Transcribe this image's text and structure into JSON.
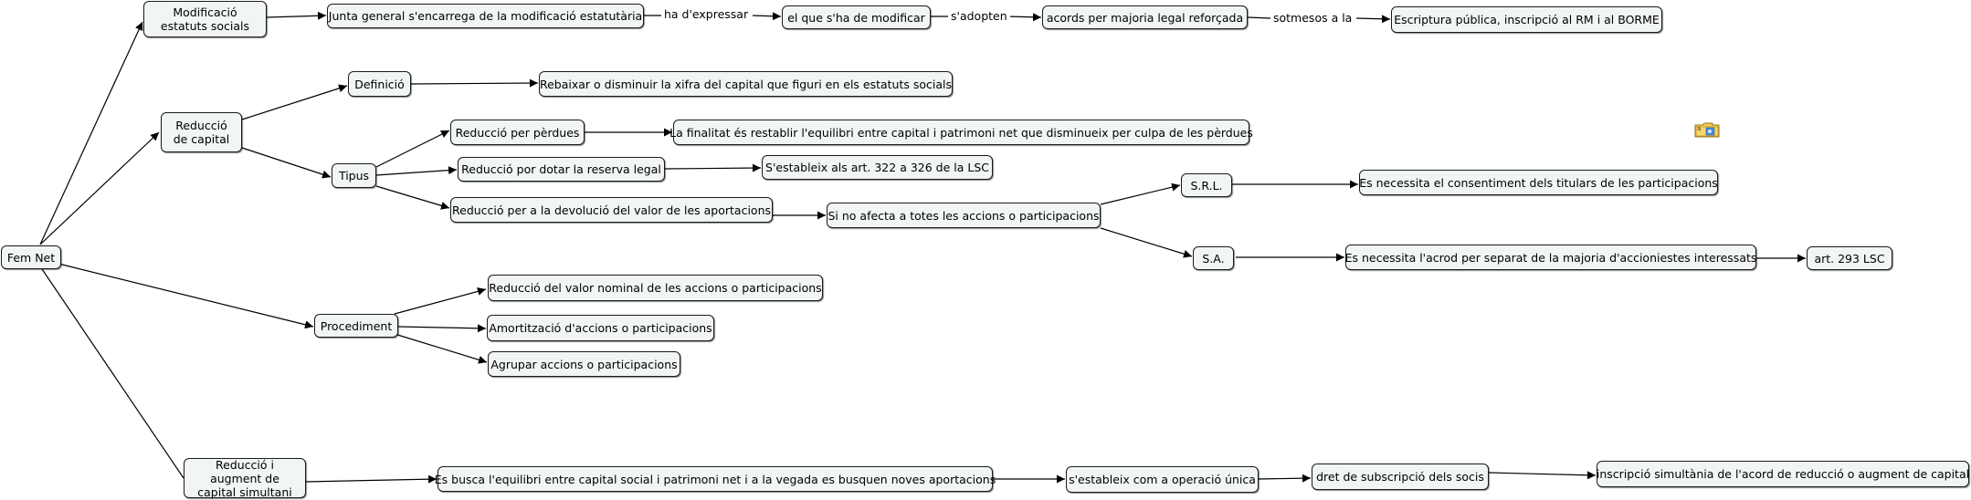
{
  "map": {
    "root": "Fem Net",
    "nodes": {
      "modif": "Modificació estatuts socials",
      "junta": "Junta general s'encarrega de la modificació estatutària",
      "quees": "el que s'ha de modificar",
      "acords": "acords per majoria legal reforçada",
      "escriptura": "Escriptura pública, inscripció al RM i al BORME",
      "reduccio": "Reducció de capital",
      "definicio": "Definició",
      "def_text": "Rebaixar o disminuir la xifra del capital que figuri en els estatuts socials",
      "tipus": "Tipus",
      "perdues": "Reducció per pèrdues",
      "perdues_text": "La finalitat és restablir l'equilibri entre capital i patrimoni net que disminueix per culpa de les pèrdues",
      "reserva": "Reducció por dotar la reserva legal",
      "reserva_text": "S'estableix als art. 322 a 326 de la LSC",
      "devolucio": "Reducció per a la devolució del valor de les aportacions",
      "noafecta": "Si no afecta a totes les accions o participacions",
      "srl": "S.R.L.",
      "srl_text": "Es necessita el consentiment dels titulars de les participacions",
      "sa": "S.A.",
      "sa_text": "Es necessita l'acrod per separat de la majoria d'accioniestes interessats",
      "art293": "art. 293 LSC",
      "procediment": "Procediment",
      "proc1": "Reducció del valor nominal de les accions o participacions",
      "proc2": "Amortització d'accions o participacions",
      "proc3": "Agrupar accions o participacions",
      "simultani": "Reducció i augment de capital simultani",
      "equilibri": "Es busca l'equilibri entre capital social i patrimoni net i a la vegada es busquen noves aportacions",
      "operacio": "s'estableix com a operació única",
      "dret": "dret de subscripció dels socis",
      "inscripcio": "inscripció simultània de l'acord de reducció o augment de capital"
    },
    "linking_phrases": {
      "expressar": "ha d'expressar",
      "adopten": "s'adopten",
      "sotmesos": "sotmesos a la"
    },
    "icons": {
      "resource": "resource-attachment-icon"
    },
    "colors": {
      "node_fill": "#f1f5f5",
      "node_border": "#1a1a1a",
      "edge": "#000000",
      "icon_folder": "#f3c84b"
    }
  }
}
